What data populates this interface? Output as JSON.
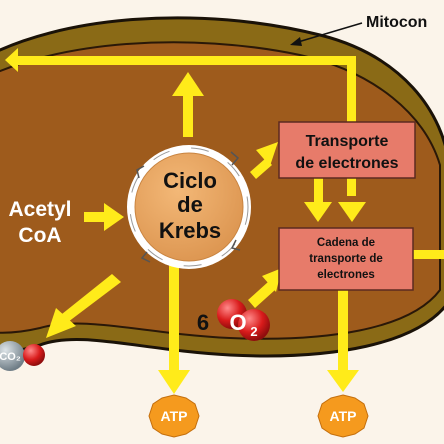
{
  "labels": {
    "mitochondria": "Mitocon",
    "krebs_line1": "Ciclo",
    "krebs_line2": "de",
    "krebs_line3": "Krebs",
    "acetyl_line1": "Acetyl",
    "acetyl_line2": "CoA",
    "transport_line1": "Transporte",
    "transport_line2": "de electrones",
    "chain_line1": "Cadena de",
    "chain_line2": "transporte de",
    "chain_line3": "electrones",
    "oxygen_coefficient": "6",
    "oxygen_symbol": "O",
    "oxygen_subscript": "2",
    "co2_label": "CO₂",
    "atp_left": "ATP",
    "atp_right": "ATP"
  },
  "colors": {
    "background": "#fbf4ea",
    "outer_membrane": "#8a6a16",
    "inner_matrix": "#9e5b1c",
    "arrow_yellow": "#ffeb1a",
    "krebs_fill": "#e8a35c",
    "box_fill": "#e77b6a",
    "atp_badge": "#f59a1e",
    "oxygen_red": "#d91b1b",
    "co2_gray": "#8e9ba4"
  }
}
